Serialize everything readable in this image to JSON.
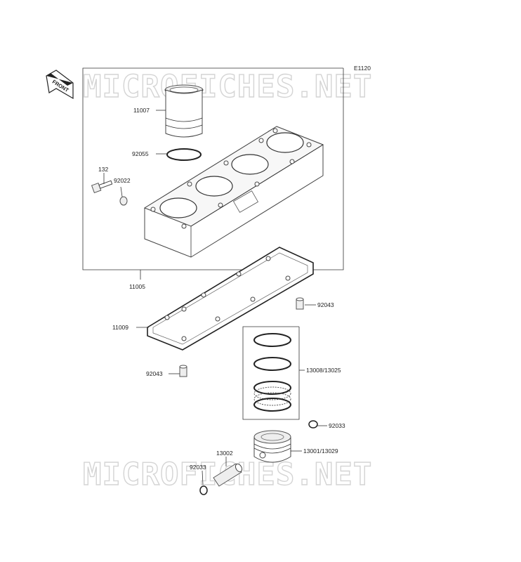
{
  "diagram": {
    "code": "E1120",
    "front_label": "FRONT",
    "watermarks": [
      "MICROFICHES.NET",
      "MICROFICHES.NET"
    ],
    "parts": {
      "p11007": "11007",
      "p92055": "92055",
      "p132": "132",
      "p92022": "92022",
      "p11005": "11005",
      "p92043a": "92043",
      "p11009": "11009",
      "p92043b": "92043",
      "p13008": "13008/13025",
      "p92033a": "92033",
      "p13001": "13001/13029",
      "p13002": "13002",
      "p92033b": "92033"
    }
  }
}
